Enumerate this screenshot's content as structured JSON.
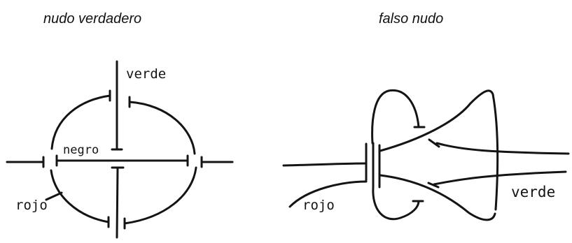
{
  "captions": {
    "left": "nudo verdadero",
    "right": "falso nudo"
  },
  "left_knot": {
    "labels": {
      "verde": "verde",
      "negro": "negro",
      "rojo": "rojo"
    }
  },
  "right_knot": {
    "labels": {
      "rojo": "rojo",
      "verde": "verde"
    }
  }
}
